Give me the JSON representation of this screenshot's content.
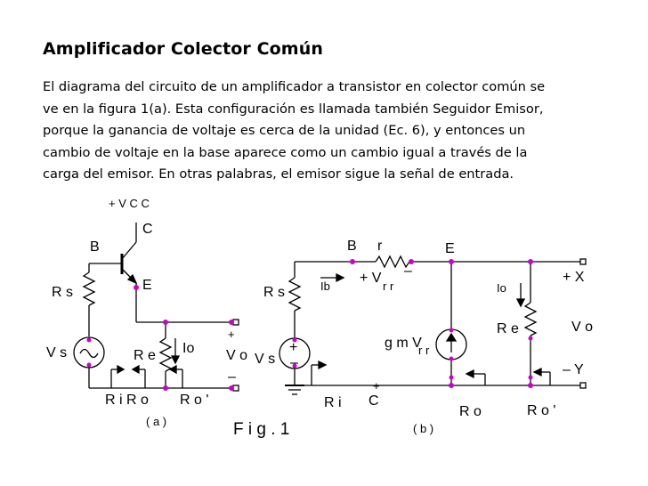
{
  "title": "Amplificador Colector Común",
  "paragraph_lines": [
    "El diagrama del circuito de un amplificador a transistor en colector común se",
    "ve en la figura 1(a). Esta configuración es llamada también Seguidor Emisor,",
    "porque la ganancia de voltaje es cerca de la unidad (Ec. 6), y entonces un",
    "cambio de voltaje en la base aparece como un cambio igual a través de la",
    "carga del emisor. En otras palabras, el emisor sigue la señal de entrada."
  ],
  "figure": {
    "caption": "F i g .  1",
    "circuit_a": {
      "sublabel": "( a )",
      "vcc": "+ V C C",
      "c": "C",
      "b": "B",
      "e": "E",
      "rs": "R s",
      "vs": "V s",
      "re": "R e",
      "io": "Io",
      "plus": "+",
      "vo": "V o",
      "minus": "–",
      "ri_ro": "R i  R o",
      "ro_prime": "R o '"
    },
    "circuit_b": {
      "sublabel": "( b )",
      "b": "B",
      "r": "r",
      "e": "E",
      "plus_vrr": "+ V",
      "rr_sub": "r r",
      "minus": "–",
      "ib": "Ib",
      "rs": "R s",
      "vs": "V s",
      "source_plus": "+",
      "source_minus": "–",
      "gm_label": "g m V",
      "gm_sub": "r r",
      "io": "Io",
      "re": "R e",
      "x_label": "+  X",
      "vo": "V o",
      "y_label": "–  Y",
      "ri": "R i",
      "c_plus": "+",
      "c": "C",
      "ro": "R o",
      "ro_prime": "R o '"
    }
  },
  "colors": {
    "node": "#cc00cc",
    "wire": "#000000"
  }
}
